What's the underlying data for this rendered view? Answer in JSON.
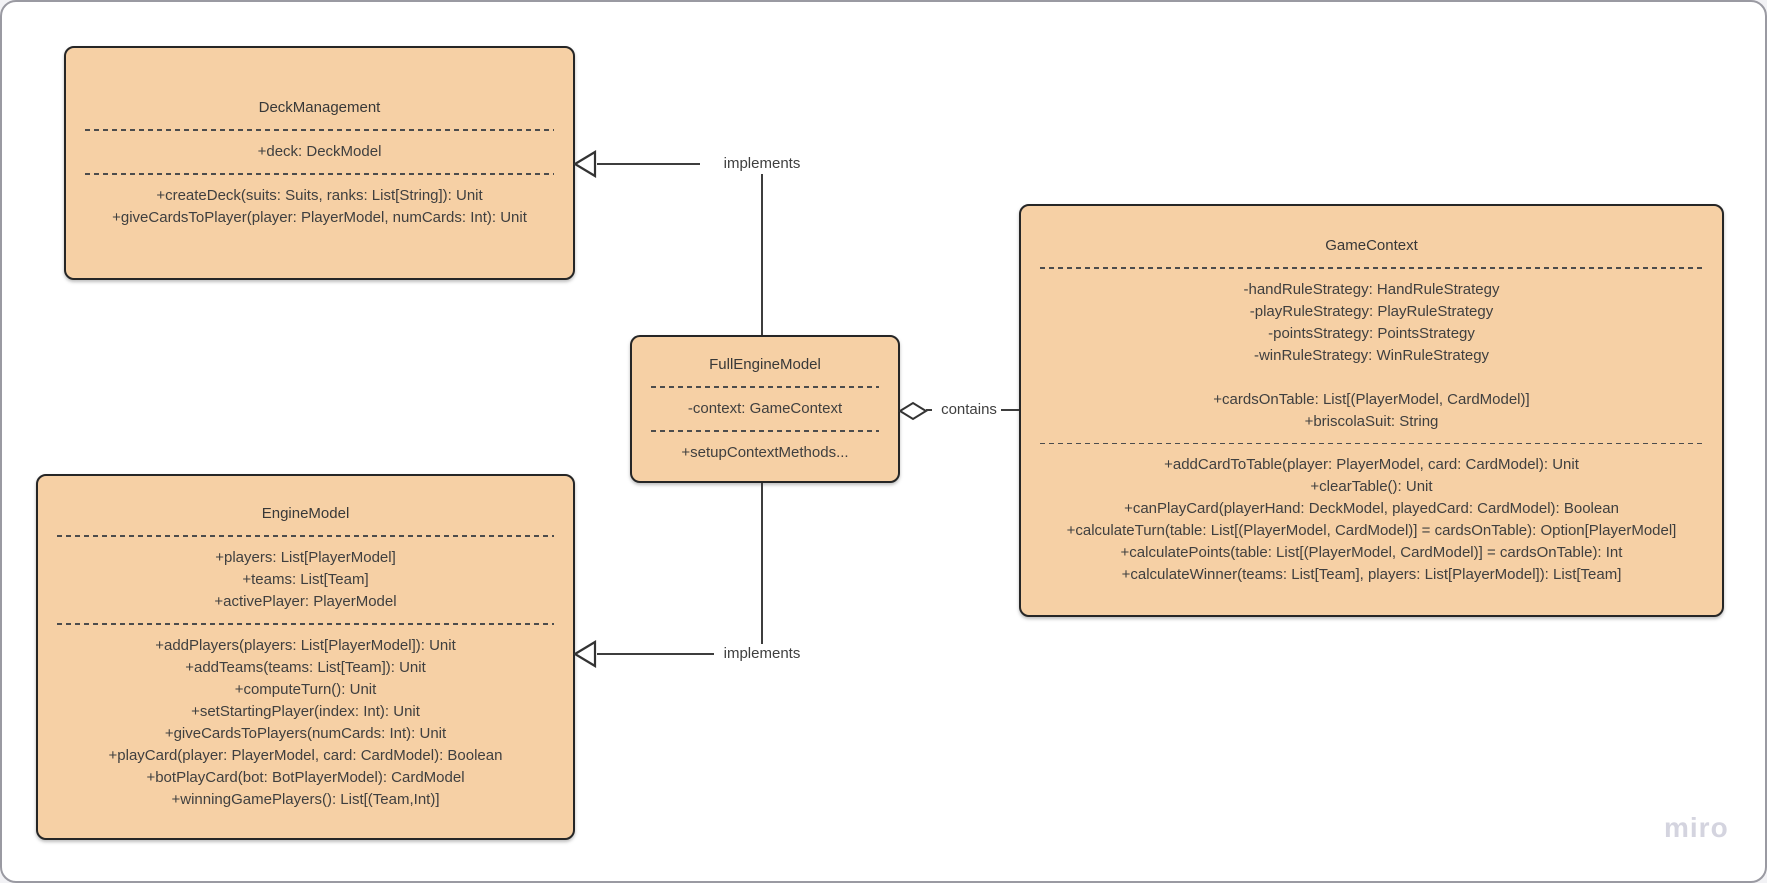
{
  "watermark": "miro",
  "colors": {
    "class_fill": "#F6D0A5",
    "class_border": "#262626",
    "text": "#3F3F3F",
    "connector": "#3D3D3D",
    "watermark": "#D4D4DF"
  },
  "classes": [
    {
      "name": "DeckManagement",
      "attributes": [
        "+deck: DeckModel"
      ],
      "methods": [
        "+createDeck(suits: Suits, ranks: List[String]): Unit",
        "+giveCardsToPlayer(player: PlayerModel, numCards: Int): Unit"
      ]
    },
    {
      "name": "EngineModel",
      "attributes": [
        "+players: List[PlayerModel]",
        "+teams: List[Team]",
        "+activePlayer: PlayerModel"
      ],
      "methods": [
        "+addPlayers(players: List[PlayerModel]): Unit",
        "+addTeams(teams: List[Team]): Unit",
        "+computeTurn(): Unit",
        "+setStartingPlayer(index: Int): Unit",
        "+giveCardsToPlayers(numCards: Int): Unit",
        "+playCard(player: PlayerModel, card: CardModel): Boolean",
        "+botPlayCard(bot: BotPlayerModel): CardModel",
        "+winningGamePlayers(): List[(Team,Int)]"
      ]
    },
    {
      "name": "FullEngineModel",
      "attributes": [
        "-context: GameContext"
      ],
      "methods": [
        "+setupContextMethods..."
      ]
    },
    {
      "name": "GameContext",
      "attributes": [
        "-handRuleStrategy: HandRuleStrategy",
        "-playRuleStrategy: PlayRuleStrategy",
        "-pointsStrategy: PointsStrategy",
        "-winRuleStrategy: WinRuleStrategy",
        "",
        "+cardsOnTable: List[(PlayerModel, CardModel)]",
        "+briscolaSuit: String"
      ],
      "methods": [
        "+addCardToTable(player: PlayerModel, card: CardModel): Unit",
        "+clearTable(): Unit",
        "+canPlayCard(playerHand: DeckModel, playedCard: CardModel): Boolean",
        "+calculateTurn(table: List[(PlayerModel, CardModel)] = cardsOnTable): Option[PlayerModel]",
        "+calculatePoints(table: List[(PlayerModel, CardModel)] = cardsOnTable): Int",
        "+calculateWinner(teams: List[Team], players: List[PlayerModel]): List[Team]"
      ]
    }
  ],
  "relations": [
    {
      "label": "implements",
      "from": "FullEngineModel",
      "to": "DeckManagement",
      "kind": "realization"
    },
    {
      "label": "implements",
      "from": "FullEngineModel",
      "to": "EngineModel",
      "kind": "realization"
    },
    {
      "label": "contains",
      "from": "FullEngineModel",
      "to": "GameContext",
      "kind": "aggregation"
    }
  ]
}
